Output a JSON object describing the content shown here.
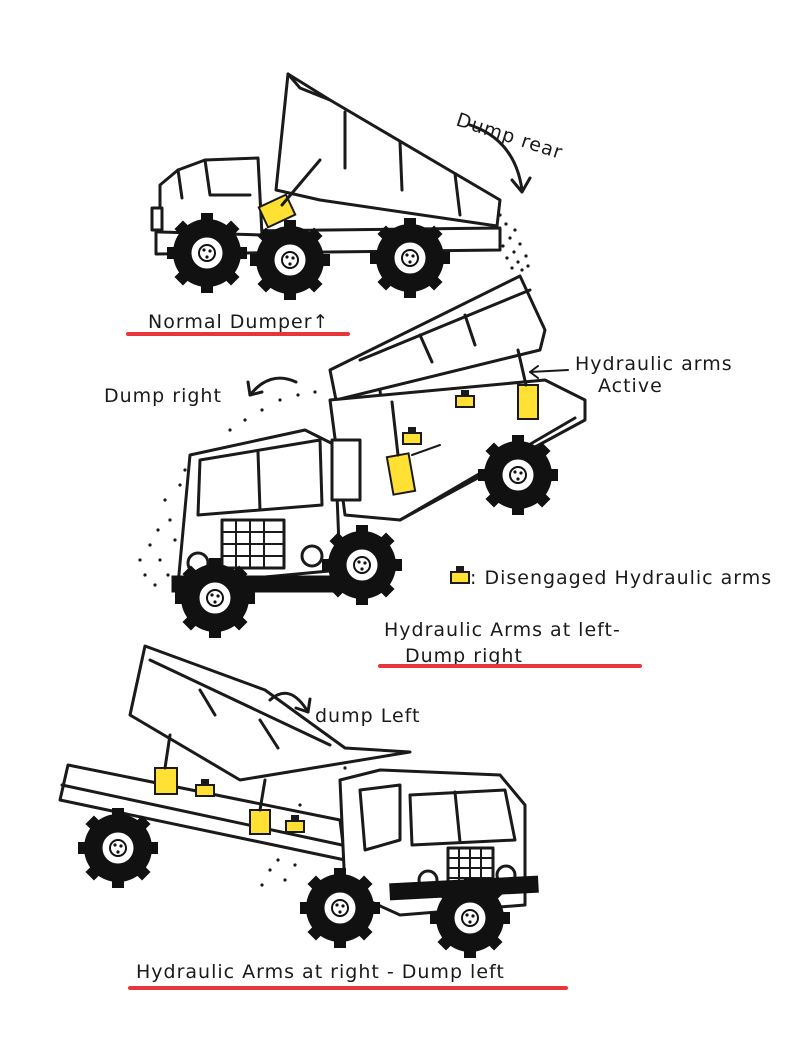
{
  "colors": {
    "ink": "#1a1a1a",
    "active_arm": "#ffe033",
    "underline": "#e8353a",
    "paper": "#ffffff"
  },
  "panel1": {
    "direction_label": "Dump rear",
    "caption": "Normal Dumper↑"
  },
  "panel2": {
    "direction_label": "Dump right",
    "active_label_line1": "Hydraulic arms",
    "active_label_line2": "Active",
    "legend_text": ": Disengaged Hydraulic arms",
    "caption_line1": "Hydraulic Arms at left-",
    "caption_line2": "Dump right"
  },
  "panel3": {
    "direction_label": "dump Left",
    "caption": "Hydraulic Arms at right - Dump left"
  }
}
